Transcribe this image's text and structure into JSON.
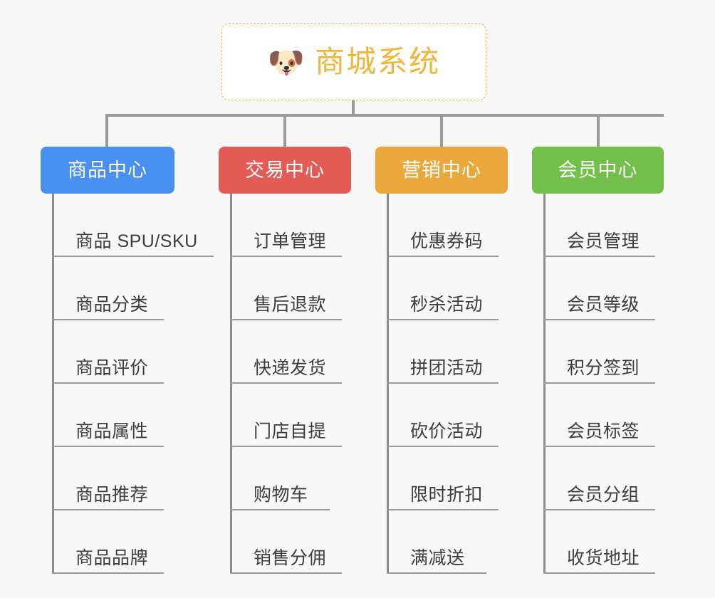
{
  "page": {
    "background_color": "#f8f8f8",
    "line_color": "#9a9a9a",
    "leaf_text_color": "#3d3d3d"
  },
  "root": {
    "icon": "dog-face-emoji",
    "icon_glyph": "🐶",
    "title": "商城系统",
    "title_color": "#f0b63c",
    "border_color": "#eab94b"
  },
  "categories": [
    {
      "label": "商品中心",
      "color": "#4a90f0",
      "items": [
        {
          "label": "商品 SPU/SKU"
        },
        {
          "label": "商品分类"
        },
        {
          "label": "商品评价"
        },
        {
          "label": "商品属性"
        },
        {
          "label": "商品推荐"
        },
        {
          "label": "商品品牌"
        }
      ]
    },
    {
      "label": "交易中心",
      "color": "#e45a55",
      "items": [
        {
          "label": "订单管理"
        },
        {
          "label": "售后退款"
        },
        {
          "label": "快递发货"
        },
        {
          "label": "门店自提"
        },
        {
          "label": "购物车"
        },
        {
          "label": "销售分佣"
        }
      ]
    },
    {
      "label": "营销中心",
      "color": "#eaa83c",
      "items": [
        {
          "label": "优惠券码"
        },
        {
          "label": "秒杀活动"
        },
        {
          "label": "拼团活动"
        },
        {
          "label": "砍价活动"
        },
        {
          "label": "限时折扣"
        },
        {
          "label": "满减送"
        }
      ]
    },
    {
      "label": "会员中心",
      "color": "#72c04a",
      "items": [
        {
          "label": "会员管理"
        },
        {
          "label": "会员等级"
        },
        {
          "label": "积分签到"
        },
        {
          "label": "会员标签"
        },
        {
          "label": "会员分组"
        },
        {
          "label": "收货地址"
        }
      ]
    }
  ]
}
